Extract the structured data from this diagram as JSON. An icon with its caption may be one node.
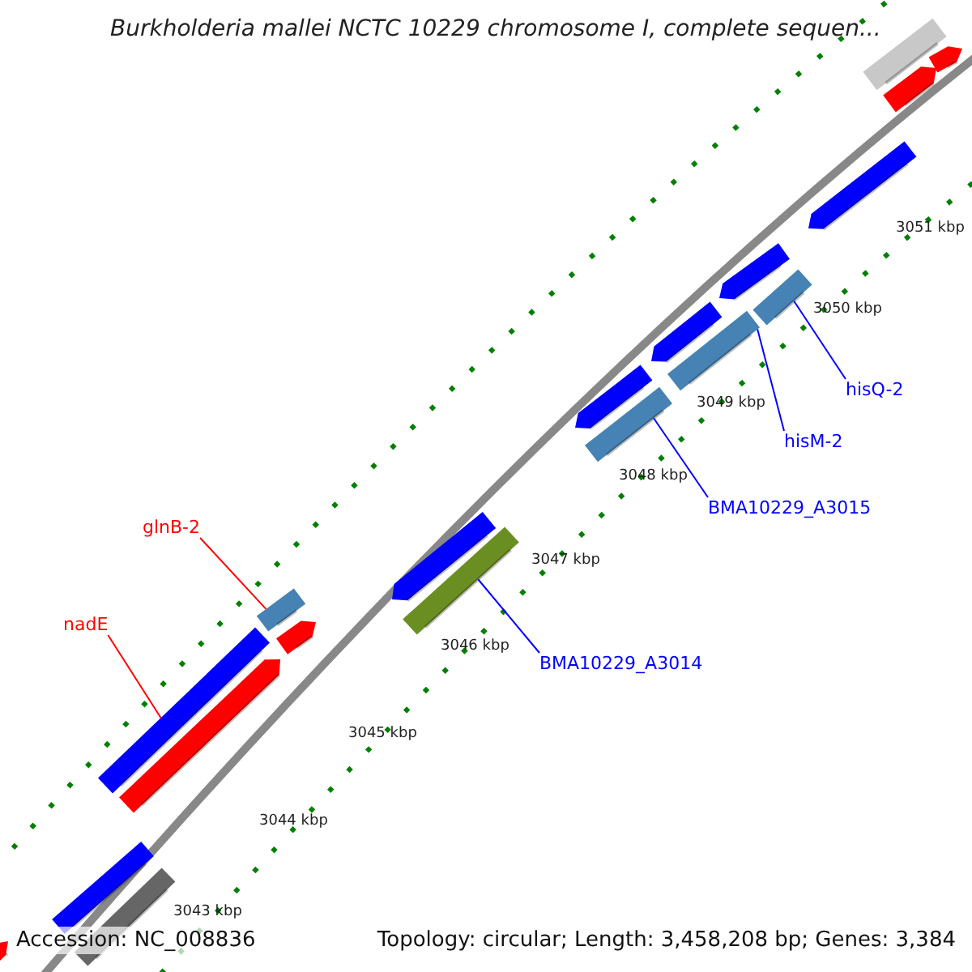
{
  "diagram": {
    "title": "Burkholderia mallei NCTC 10229 chromosome I, complete sequen...",
    "nodes": [
      {
        "text": [
          "glnB-2"
        ]
      },
      {
        "text": [
          "nadE"
        ]
      },
      {
        "text": [
          "BMA10229_A3014"
        ]
      },
      {
        "text": [
          "BMA10229_A3015"
        ]
      },
      {
        "text": [
          "hisM-2"
        ]
      },
      {
        "text": [
          "hisQ-2"
        ]
      },
      {
        "text": [],
        "shape": "bar"
      },
      {
        "text": [],
        "shape": "bar"
      },
      {
        "text": [],
        "shape": "bar"
      },
      {
        "text": [],
        "shape": "bar"
      },
      {
        "text": [],
        "shape": "bar"
      },
      {
        "text": [],
        "shape": "bar"
      }
    ],
    "edges": [
      {
        "from": 0,
        "to": 6,
        "arrow": "none",
        "color": "#ff0000"
      },
      {
        "from": 1,
        "to": 7,
        "arrow": "none",
        "color": "#ff0000"
      },
      {
        "from": 2,
        "to": 8,
        "arrow": "none"
      },
      {
        "from": 3,
        "to": 9,
        "arrow": "none"
      },
      {
        "from": 4,
        "to": 10,
        "arrow": "none"
      },
      {
        "from": 5,
        "to": 11,
        "arrow": "none"
      }
    ],
    "labels": [
      "3051 kbp",
      "3050 kbp",
      "3049 kbp",
      "3048 kbp",
      "3047 kbp",
      "3046 kbp",
      "3045 kbp",
      "3044 kbp",
      "3043 kbp",
      "Accession: NC_008836",
      "Topology: circular; Length: 3,458,208 bp; Genes: 3,384"
    ]
  }
}
